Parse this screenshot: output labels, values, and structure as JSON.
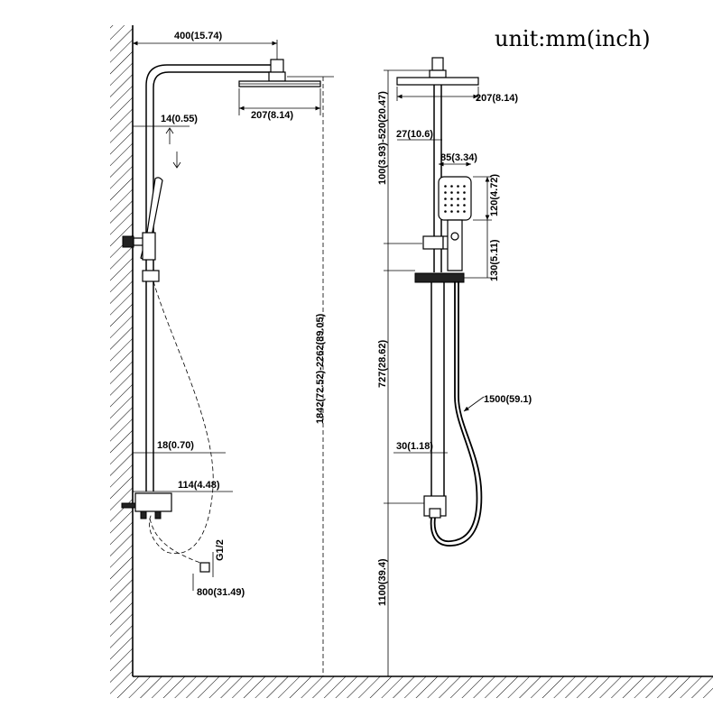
{
  "unit_label": "unit:mm(inch)",
  "left_view": {
    "arm_length": "400(15.74)",
    "head_width": "207(8.14)",
    "bar_offset": "14(0.55)",
    "total_height": "1842(72.52)-2262(89.05)",
    "valve_offset": "18(0.70)",
    "valve_depth": "114(4.48)",
    "inlet": "G1/2",
    "hose_length": "800(31.49)"
  },
  "right_view": {
    "head_width": "207(8.14)",
    "adjust_range": "100(3.93)-520(20.47)",
    "arm_offset": "27(10.6)",
    "handheld_width": "85(3.34)",
    "handheld_height": "120(4.72)",
    "holder_height": "130(5.11)",
    "rail_length": "727(28.62)",
    "hose_length": "1500(59.1)",
    "bar_offset": "30(1.18)",
    "outlet_height": "1100(39.4)"
  },
  "colors": {
    "line": "#000000",
    "background": "#ffffff",
    "fill": "#222222"
  }
}
